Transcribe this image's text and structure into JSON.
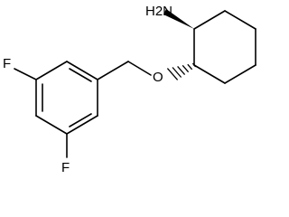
{
  "molecule": {
    "atoms": {
      "amine": "H2N",
      "ether_oxygen": "O",
      "fluorine_top": "F",
      "fluorine_bottom": "F"
    }
  },
  "colors": {
    "bond": "#000000",
    "label": "#000000",
    "background": "#ffffff"
  }
}
